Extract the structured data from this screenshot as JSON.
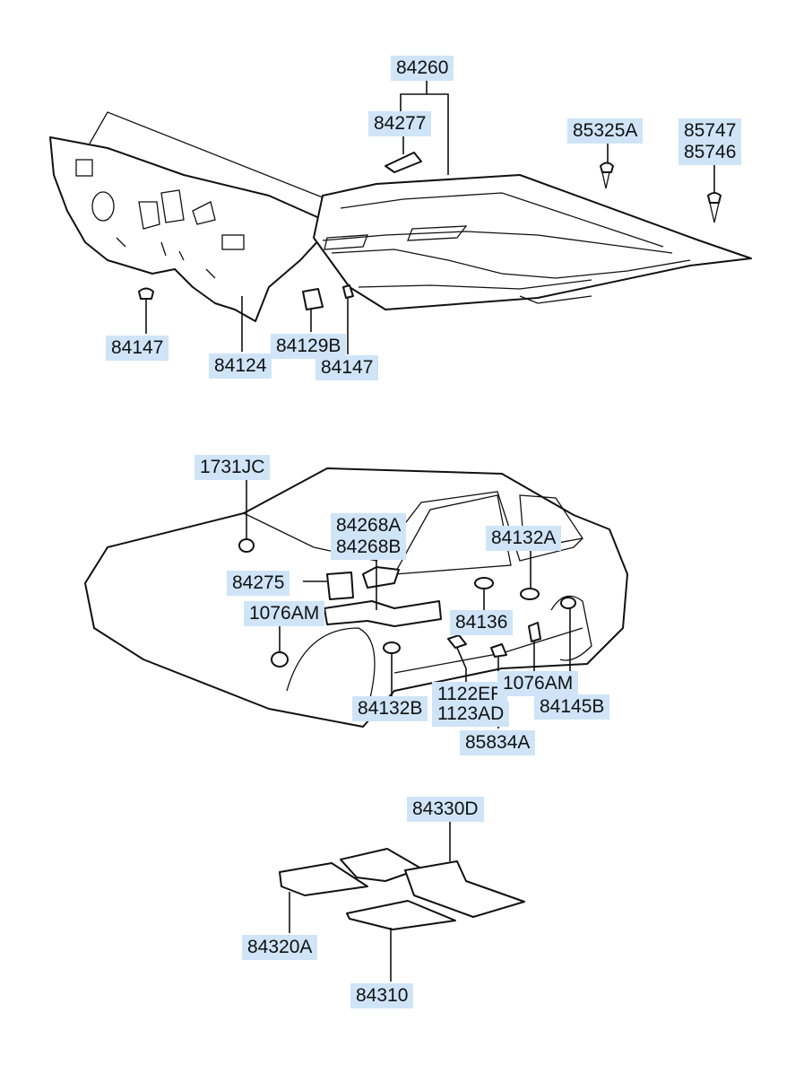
{
  "labels": {
    "l84260": "84260",
    "l84277": "84277",
    "l85325A": "85325A",
    "l85747": "85747",
    "l85746": "85746",
    "l84147a": "84147",
    "l84124": "84124",
    "l84129B": "84129B",
    "l84147b": "84147",
    "l1731JC": "1731JC",
    "l84268A": "84268A",
    "l84268B": "84268B",
    "l84132A": "84132A",
    "l84275": "84275",
    "l1076AMa": "1076AM",
    "l84136": "84136",
    "l1122EF": "1122EF",
    "l1123AD": "1123AD",
    "l1076AMb": "1076AM",
    "l84132B": "84132B",
    "l84145B": "84145B",
    "l85834A": "85834A",
    "l84330D": "84330D",
    "l84320A": "84320A",
    "l84310": "84310"
  },
  "colors": {
    "label_bg": "#cfe4f7",
    "line": "#111111"
  }
}
